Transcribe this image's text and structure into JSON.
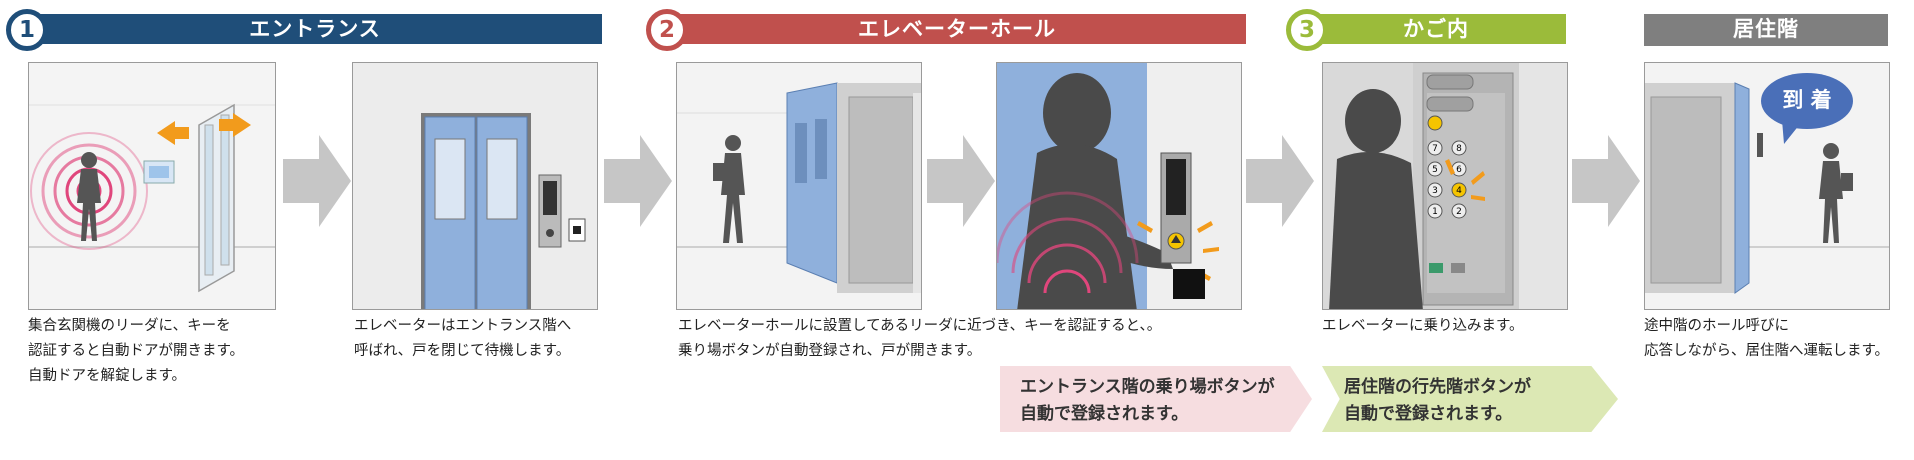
{
  "steps": [
    {
      "number": "1",
      "title": "エントランス"
    },
    {
      "number": "2",
      "title": "エレベーターホール"
    },
    {
      "number": "3",
      "title": "かご内"
    },
    {
      "number": "",
      "title": "居住階"
    }
  ],
  "colors": {
    "step1": "#1f4e79",
    "step2": "#c0504d",
    "step3": "#9bbb3a",
    "step4": "#7f7f7f",
    "arrow": "#c6c6c6",
    "door_blue": "#8fb0dc",
    "signal_pink": "#e0467c",
    "banner_pink": "#f6dde0",
    "banner_green": "#dce8b4"
  },
  "captions": {
    "step1": [
      "集合玄関機のリーダに、キーを",
      "認証すると自動ドアが開きます。",
      "自動ドアを解錠します。"
    ],
    "step1b": [
      "エレベーターはエントランス階へ",
      "呼ばれ、戸を閉じて待機します。"
    ],
    "step2": [
      "エレベーターホールに設置してあるリーダに近づき、キーを認証すると、。",
      "乗り場ボタンが自動登録され、戸が開きます。"
    ],
    "step3": [
      "エレベーターに乗り込みます。"
    ],
    "step4": [
      "途中階のホール呼びに",
      "応答しながら、居住階へ運転します。"
    ]
  },
  "banners": {
    "pink": [
      "エントランス階の乗り場ボタンが",
      "自動で登録されます。"
    ],
    "green": [
      "居住階の行先階ボタンが",
      "自動で登録されます。"
    ]
  },
  "speech_bubble": "到 着",
  "panel_buttons": [
    "7",
    "8",
    "5",
    "6",
    "3",
    "4",
    "1",
    "2"
  ]
}
